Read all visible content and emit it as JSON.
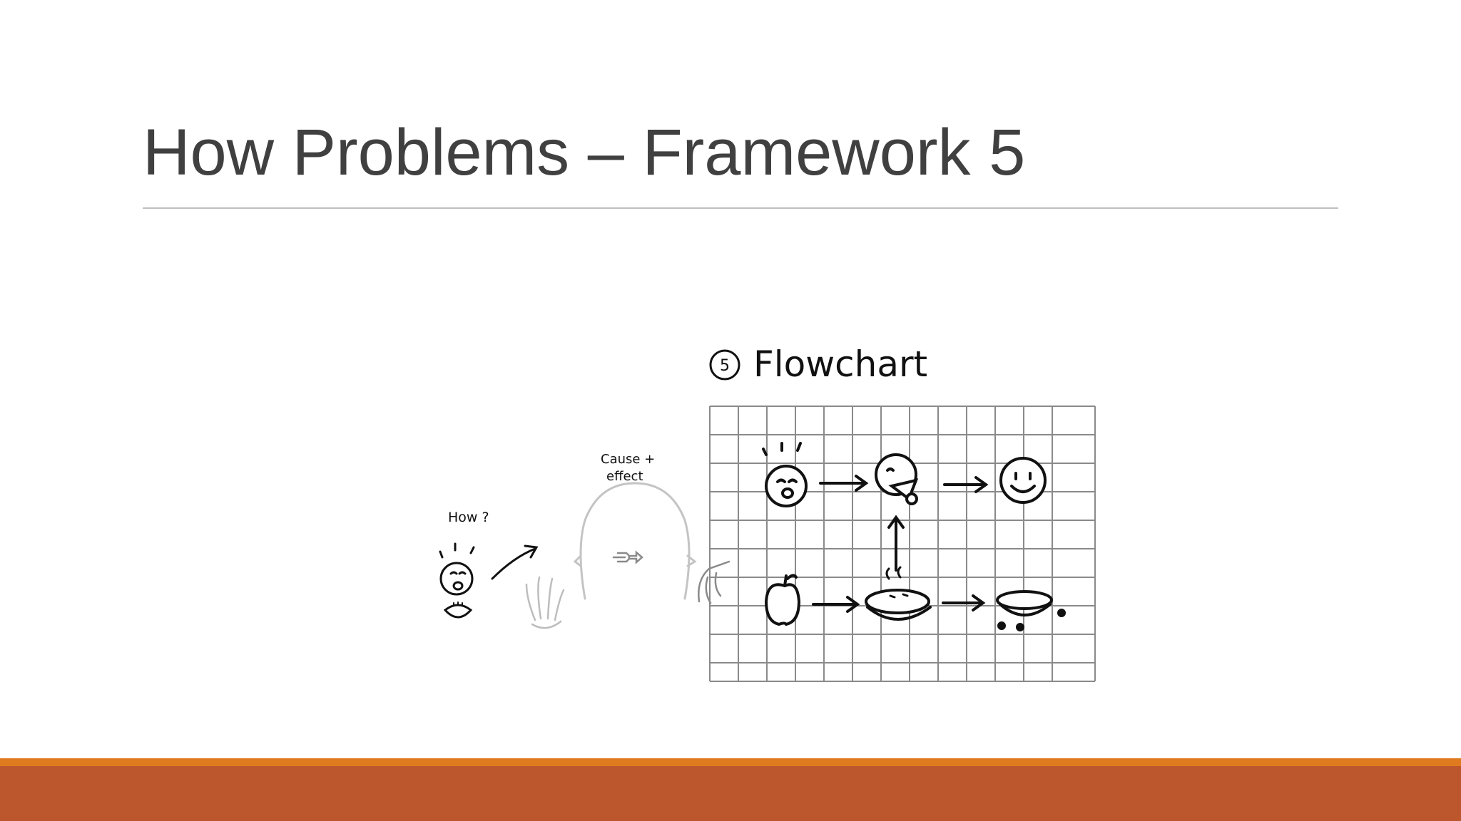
{
  "slide": {
    "title": "How Problems – Framework 5"
  },
  "sketch": {
    "heading": "Flowchart",
    "number": "5",
    "how_label": "How ?",
    "cause_label_line1": "Cause +",
    "cause_label_line2": "effect"
  },
  "colors": {
    "title_text": "#404040",
    "footer_accent": "#e07a1f",
    "footer_bar": "#bb562d",
    "ink": "#111111",
    "grid": "#8a8a8a"
  }
}
